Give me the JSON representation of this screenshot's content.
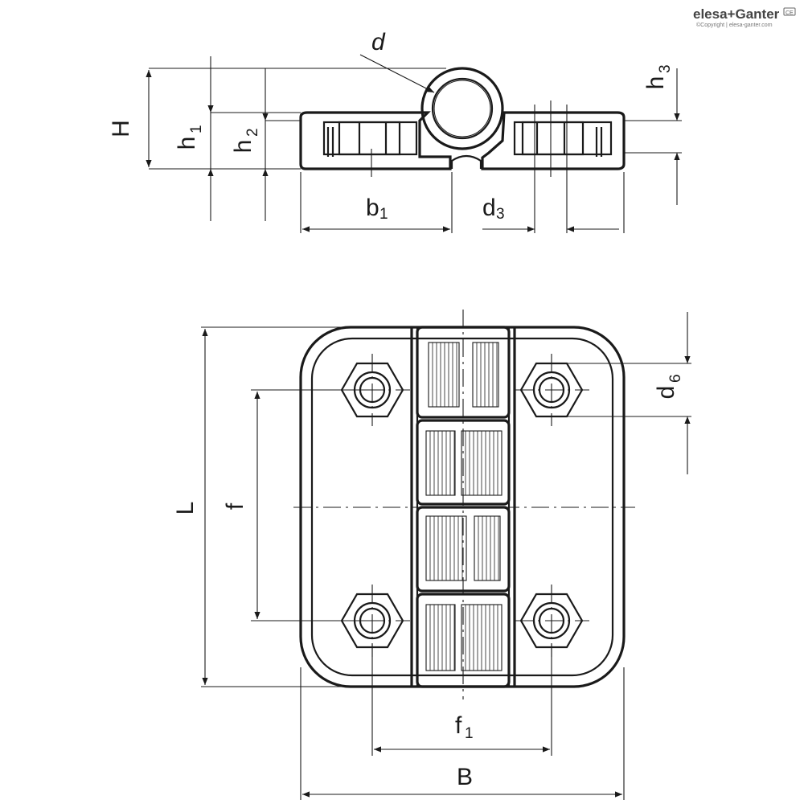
{
  "brand": {
    "name": "elesa+Ganter",
    "copyright": "©Copyright | elesa-ganter.com",
    "mark": "CE"
  },
  "labels": {
    "d": "d",
    "H": "H",
    "h1": "h",
    "h1_sub": "1",
    "h2": "h",
    "h2_sub": "2",
    "h3": "h",
    "h3_sub": "3",
    "b1": "b",
    "b1_sub": "1",
    "d3": "d",
    "d3_sub": "3",
    "L": "L",
    "f": "f",
    "d6": "d",
    "d6_sub": "6",
    "f1": "f",
    "f1_sub": "1",
    "B": "B"
  },
  "colors": {
    "line": "#1a1a1a",
    "background": "#ffffff"
  }
}
